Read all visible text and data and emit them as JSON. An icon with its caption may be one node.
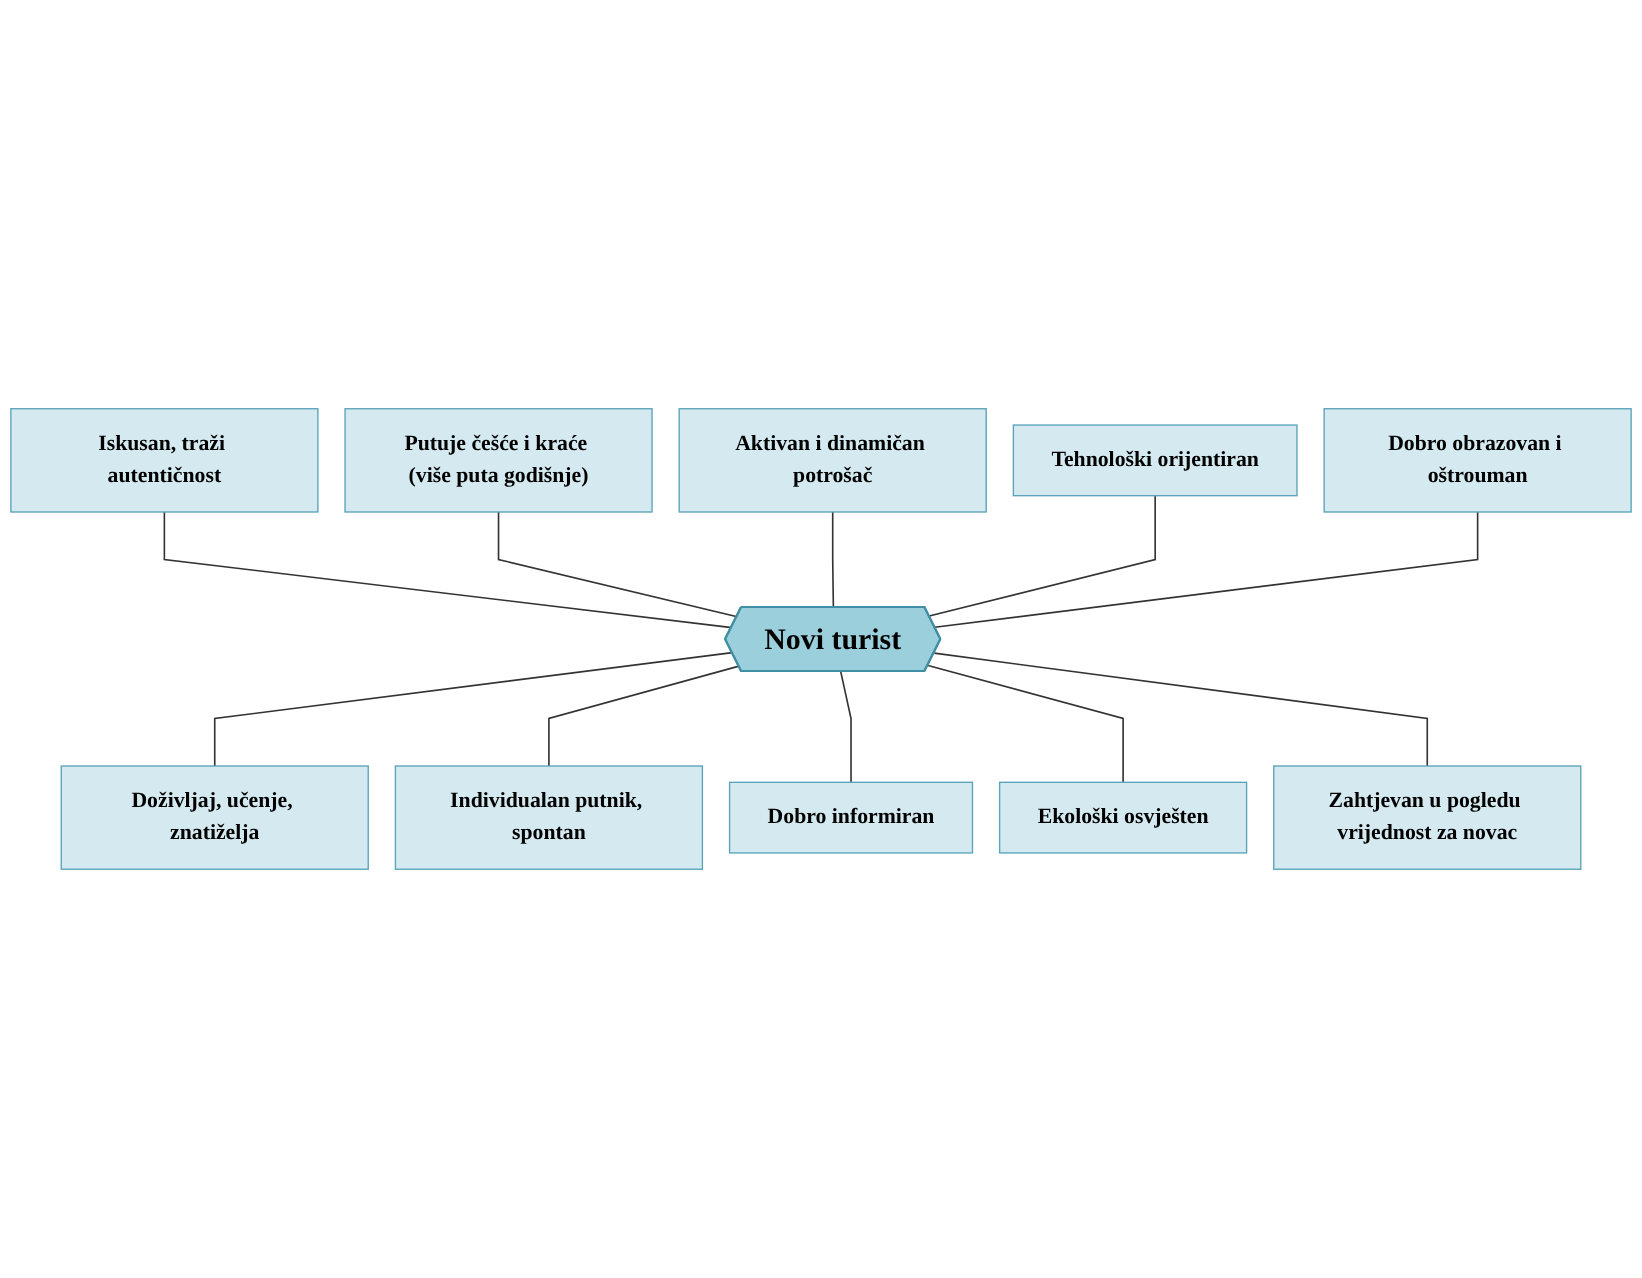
{
  "diagram": {
    "nodes": [
      {
        "text": [
          "Iskusan, traži autentičnost"
        ]
      },
      {
        "text": [
          "Putuje češće i kraće (više puta godišnje)"
        ]
      },
      {
        "text": [
          "Aktivan i dinamičan potrošač"
        ]
      },
      {
        "text": [
          "Tehnološki orijentiran"
        ]
      },
      {
        "text": [
          "Dobro obrazovan i oštrouman"
        ]
      },
      {
        "text": [
          "Novi turist"
        ]
      },
      {
        "text": [
          "Doživljaj, učenje, znatiželja"
        ]
      },
      {
        "text": [
          "Individualan putnik, spontan"
        ]
      },
      {
        "text": [
          "Dobro informiran"
        ]
      },
      {
        "text": [
          "Ekološki osvješten"
        ]
      },
      {
        "text": [
          "Zahtjevan u pogledu vrijednost za novac"
        ]
      }
    ],
    "edges": [
      {
        "from": 0,
        "to": 5,
        "arrow": "none"
      },
      {
        "from": 1,
        "to": 5,
        "arrow": "none"
      },
      {
        "from": 2,
        "to": 5,
        "arrow": "none"
      },
      {
        "from": 3,
        "to": 5,
        "arrow": "none"
      },
      {
        "from": 4,
        "to": 5,
        "arrow": "none"
      },
      {
        "from": 5,
        "to": 6,
        "arrow": "none"
      },
      {
        "from": 5,
        "to": 7,
        "arrow": "none"
      },
      {
        "from": 5,
        "to": 8,
        "arrow": "none"
      },
      {
        "from": 5,
        "to": 9,
        "arrow": "none"
      },
      {
        "from": 5,
        "to": 10,
        "arrow": "none"
      }
    ]
  }
}
